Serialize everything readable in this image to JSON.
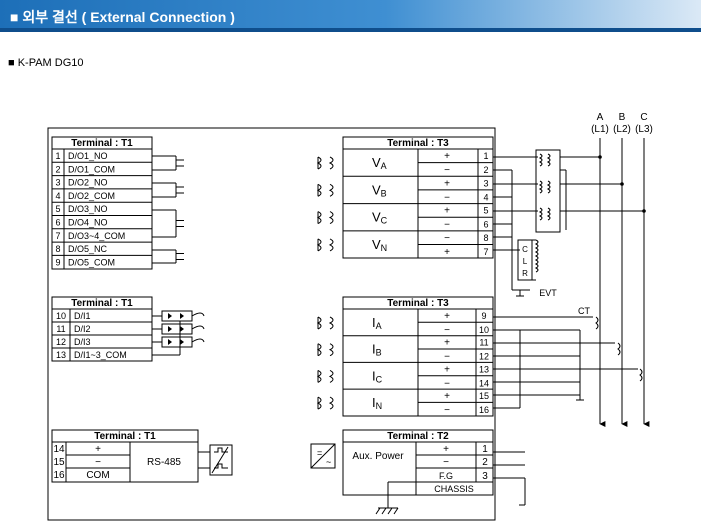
{
  "header": {
    "title": "■ 외부 결선 ( External Connection )"
  },
  "model": {
    "label": "■ K-PAM DG10"
  },
  "t1_do": {
    "title": "Terminal : T1",
    "rows": [
      {
        "num": "1",
        "label": "D/O1_NO"
      },
      {
        "num": "2",
        "label": "D/O1_COM"
      },
      {
        "num": "3",
        "label": "D/O2_NO"
      },
      {
        "num": "4",
        "label": "D/O2_COM"
      },
      {
        "num": "5",
        "label": "D/O3_NO"
      },
      {
        "num": "6",
        "label": "D/O4_NO"
      },
      {
        "num": "7",
        "label": "D/O3~4_COM"
      },
      {
        "num": "8",
        "label": "D/O5_NC"
      },
      {
        "num": "9",
        "label": "D/O5_COM"
      }
    ]
  },
  "t1_di": {
    "title": "Terminal : T1",
    "rows": [
      {
        "num": "10",
        "label": "D/I1"
      },
      {
        "num": "11",
        "label": "D/I2"
      },
      {
        "num": "12",
        "label": "D/I3"
      },
      {
        "num": "13",
        "label": "D/I1~3_COM"
      }
    ]
  },
  "t1_rs": {
    "title": "Terminal : T1",
    "rows": [
      {
        "num": "14",
        "label": "+"
      },
      {
        "num": "15",
        "label": "−"
      },
      {
        "num": "16",
        "label": "COM"
      }
    ],
    "device": "RS-485"
  },
  "t3_v": {
    "title": "Terminal : T3",
    "channels": [
      {
        "main": "V",
        "sub": "A",
        "sign": "+",
        "num": "1",
        "sign2": "−",
        "num2": "2"
      },
      {
        "main": "V",
        "sub": "B",
        "sign": "+",
        "num": "3",
        "sign2": "−",
        "num2": "4"
      },
      {
        "main": "V",
        "sub": "C",
        "sign": "+",
        "num": "5",
        "sign2": "−",
        "num2": "6"
      },
      {
        "main": "V",
        "sub": "N",
        "sign": "−",
        "num": "8",
        "sign2": "+",
        "num2": "7"
      }
    ]
  },
  "t3_i": {
    "title": "Terminal : T3",
    "channels": [
      {
        "main": "I",
        "sub": "A",
        "sign": "+",
        "num": "9",
        "sign2": "−",
        "num2": "10"
      },
      {
        "main": "I",
        "sub": "B",
        "sign": "+",
        "num": "11",
        "sign2": "−",
        "num2": "12"
      },
      {
        "main": "I",
        "sub": "C",
        "sign": "+",
        "num": "13",
        "sign2": "−",
        "num2": "14"
      },
      {
        "main": "I",
        "sub": "N",
        "sign": "+",
        "num": "15",
        "sign2": "−",
        "num2": "16"
      }
    ]
  },
  "t2": {
    "title": "Terminal : T2",
    "aux": "Aux. Power",
    "rows": [
      {
        "sign": "+",
        "num": "1"
      },
      {
        "sign": "−",
        "num": "2"
      },
      {
        "sign": "F.G",
        "num": "3"
      }
    ],
    "chassis": "CHASSIS"
  },
  "lines": [
    {
      "name": "A",
      "sub": "(L1)"
    },
    {
      "name": "B",
      "sub": "(L2)"
    },
    {
      "name": "C",
      "sub": "(L3)"
    }
  ],
  "clr": [
    "C",
    "L",
    "R"
  ],
  "evt": "EVT",
  "ct": "CT"
}
